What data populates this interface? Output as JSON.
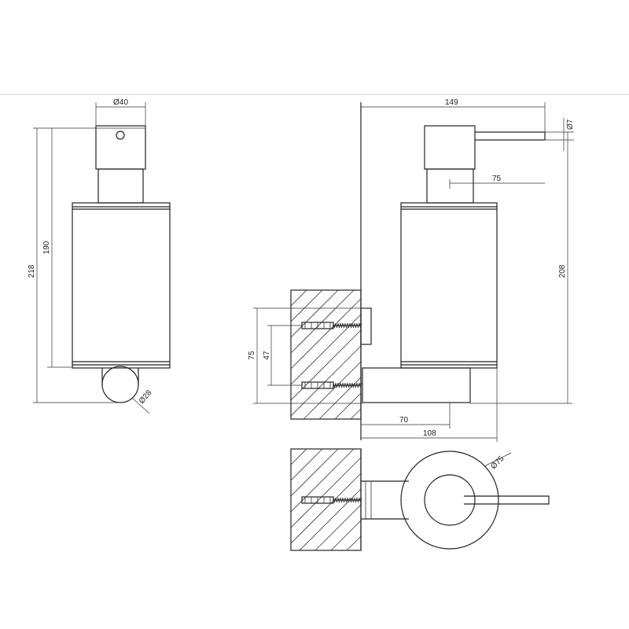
{
  "title": "Wall-mounted soap dispenser technical drawing",
  "colors": {
    "line": "#222222",
    "background": "#ffffff"
  },
  "front_view": {
    "cap_diameter": "Ø40",
    "overall_height": "218",
    "body_height": "190",
    "base_diameter": "Ø28"
  },
  "side_view": {
    "total_depth": "149",
    "spout_diameter": "Ø7",
    "spout_length": "75",
    "height_to_spout": "208",
    "bracket_height": "75",
    "screw_spacing": "47",
    "axis_offset": "70",
    "body_depth": "108"
  },
  "top_view": {
    "body_diameter": "Ø75"
  }
}
